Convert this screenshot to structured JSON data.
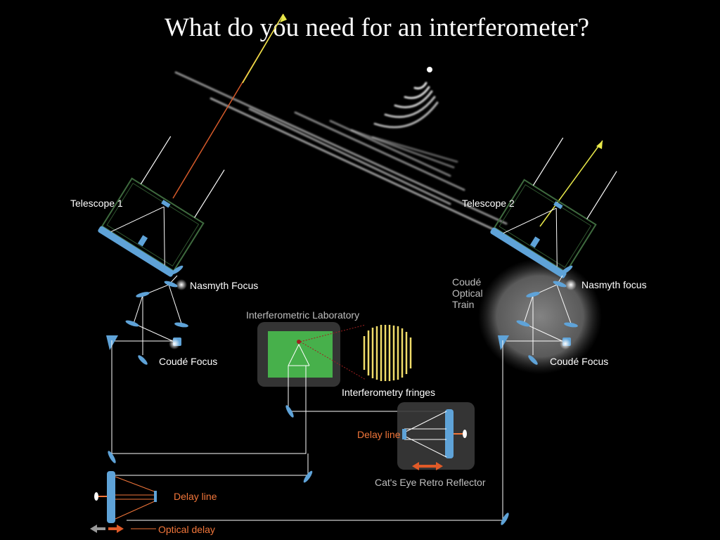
{
  "title": "What do you need for an interferometer?",
  "labels": {
    "telescope_1": "Telescope 1",
    "telescope_2": "Telescope 2",
    "nasmyth_focus_1": "Nasmyth Focus",
    "nasmyth_focus_2": "Nasmyth focus",
    "coude_focus_1": "Coudé Focus",
    "coude_focus_2": "Coudé Focus",
    "coude_optical_train": [
      "Coudé",
      "Optical",
      "Train"
    ],
    "interferometric_laboratory": "Interferometric Laboratory",
    "interferometry_fringes": "Interferometry fringes",
    "delay_line_upper": "Delay  line",
    "cats_eye": "Cat's Eye Retro Reflector",
    "delay_line_lower": "Delay  line",
    "optical_delay": "Optical delay"
  },
  "colors": {
    "background": "#000000",
    "beam": "#ffffff",
    "mirror": "#5fa3d8",
    "lab_box": "#47b04b",
    "fringes": "#f0dc6a",
    "delay_text": "#f2763a",
    "arrow": "#e8e84a"
  }
}
